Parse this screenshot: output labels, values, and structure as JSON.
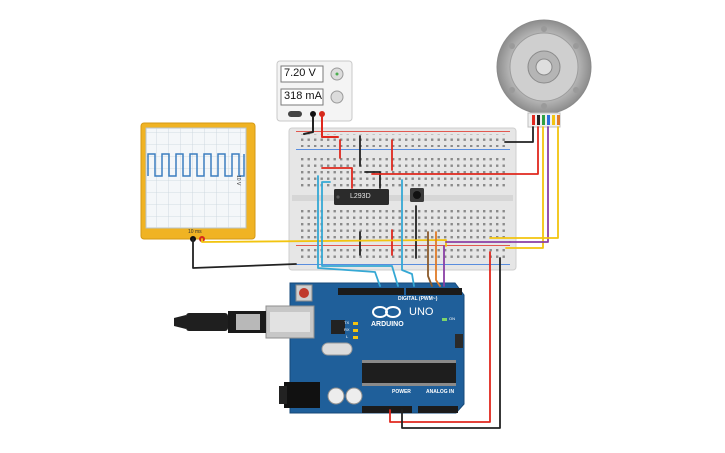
{
  "power_supply": {
    "voltage": "7.20 V",
    "current": "318 mA"
  },
  "oscilloscope": {
    "side_label": "10 V",
    "bottom_label": "10 ms"
  },
  "ic": {
    "label": "L293D"
  },
  "arduino": {
    "brand": "ARDUINO",
    "model": "UNO",
    "digital_header": "DIGITAL (PWM~)",
    "power_header": "POWER",
    "analog_header": "ANALOG IN",
    "on_label": "ON",
    "tx_label": "TX",
    "rx_label": "RX",
    "l_label": "L"
  },
  "colors": {
    "board_blue": "#1f5f9a",
    "scope_frame": "#f0b323",
    "breadboard": "#e6e6e6",
    "wire_red": "#e0281e",
    "wire_black": "#222222",
    "wire_yellow": "#f2c40f",
    "wire_cyan": "#35a8d4",
    "wire_purple": "#8a3fa5",
    "wire_orange": "#e07b28",
    "wire_green": "#2ea043",
    "wire_brown": "#8b5a2b"
  }
}
